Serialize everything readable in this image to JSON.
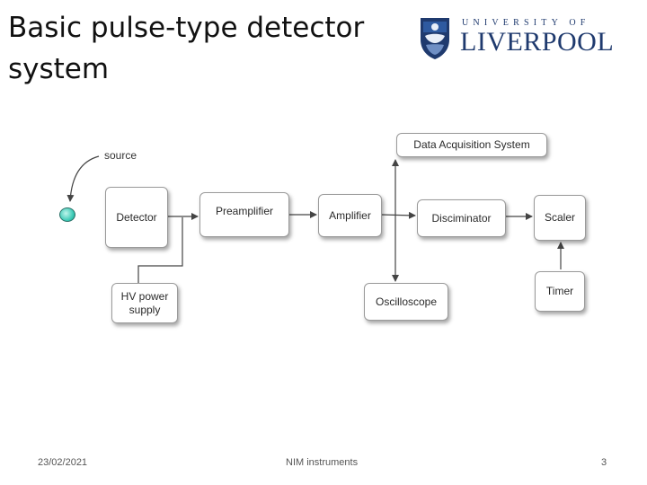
{
  "slide": {
    "title": "Basic pulse-type detector system",
    "footer_date": "23/02/2021",
    "footer_center": "NIM instruments",
    "page_number": "3"
  },
  "logo": {
    "line1": "UNIVERSITY OF",
    "line2": "LIVERPOOL",
    "colors": {
      "primary": "#1f3a6e"
    }
  },
  "diagram": {
    "source_label": "source",
    "boxes": {
      "detector": "Detector",
      "preamplifier": "Preamplifier",
      "amplifier": "Amplifier",
      "discriminator": "Disciminator",
      "scaler": "Scaler",
      "timer": "Timer",
      "daq": "Data Acquisition System",
      "oscilloscope": "Oscilloscope",
      "hv_supply": "HV power supply"
    },
    "colors": {
      "source": "#38c8b4",
      "line": "#444444"
    }
  }
}
